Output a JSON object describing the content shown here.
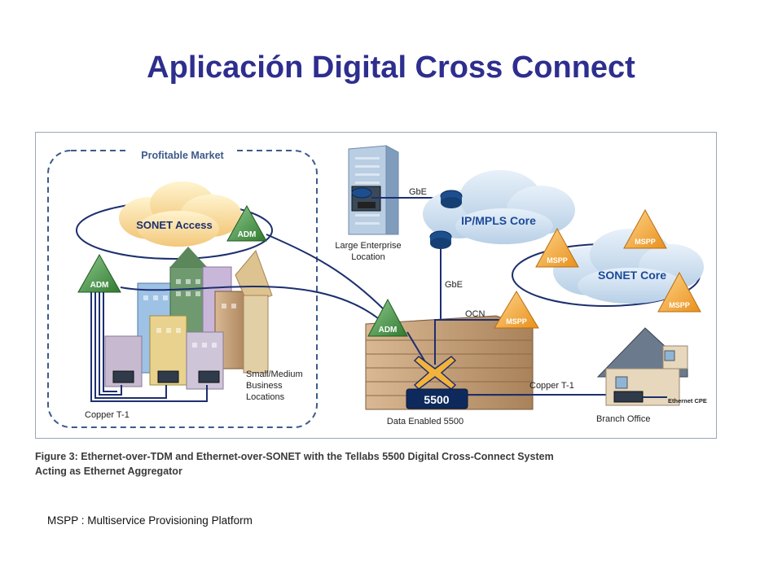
{
  "title": "Aplicación Digital Cross Connect",
  "figure": {
    "market_label": "Profitable Market",
    "sonet_access": "SONET Access",
    "ip_mpls_core": "IP/MPLS Core",
    "sonet_core": "SONET Core",
    "adm_left": "ADM",
    "adm_access": "ADM",
    "adm_center": "ADM",
    "mspp_center": "MSPP",
    "mspp_1": "MSPP",
    "mspp_2": "MSPP",
    "mspp_3": "MSPP",
    "gbe_top": "GbE",
    "gbe_vertical": "GbE",
    "ocn": "OCN",
    "copper_t1_right": "Copper T-1",
    "copper_t1_left": "Copper T-1",
    "large_enterprise_line1": "Large Enterprise",
    "large_enterprise_line2": "Location",
    "smb_line1": "Small/Medium",
    "smb_line2": "Business",
    "smb_line3": "Locations",
    "device_number": "5500",
    "data_enabled": "Data Enabled 5500",
    "branch_office": "Branch Office",
    "ethernet_cpe": "Ethernet CPE"
  },
  "caption_line1": "Figure 3: Ethernet-over-TDM and Ethernet-over-SONET with the Tellabs 5500 Digital Cross-Connect System",
  "caption_line2": "Acting as Ethernet Aggregator",
  "footnote": "MSPP : Multiservice Provisioning Platform",
  "colors": {
    "title": "#2e2e8f",
    "navy_line": "#1c2f6e",
    "cloud": "#cfe2f3",
    "adm_triangle": "#3a8a3a",
    "mspp_triangle": "#f3a531",
    "building": "#c9a47b",
    "device": "#0e2a5c"
  }
}
